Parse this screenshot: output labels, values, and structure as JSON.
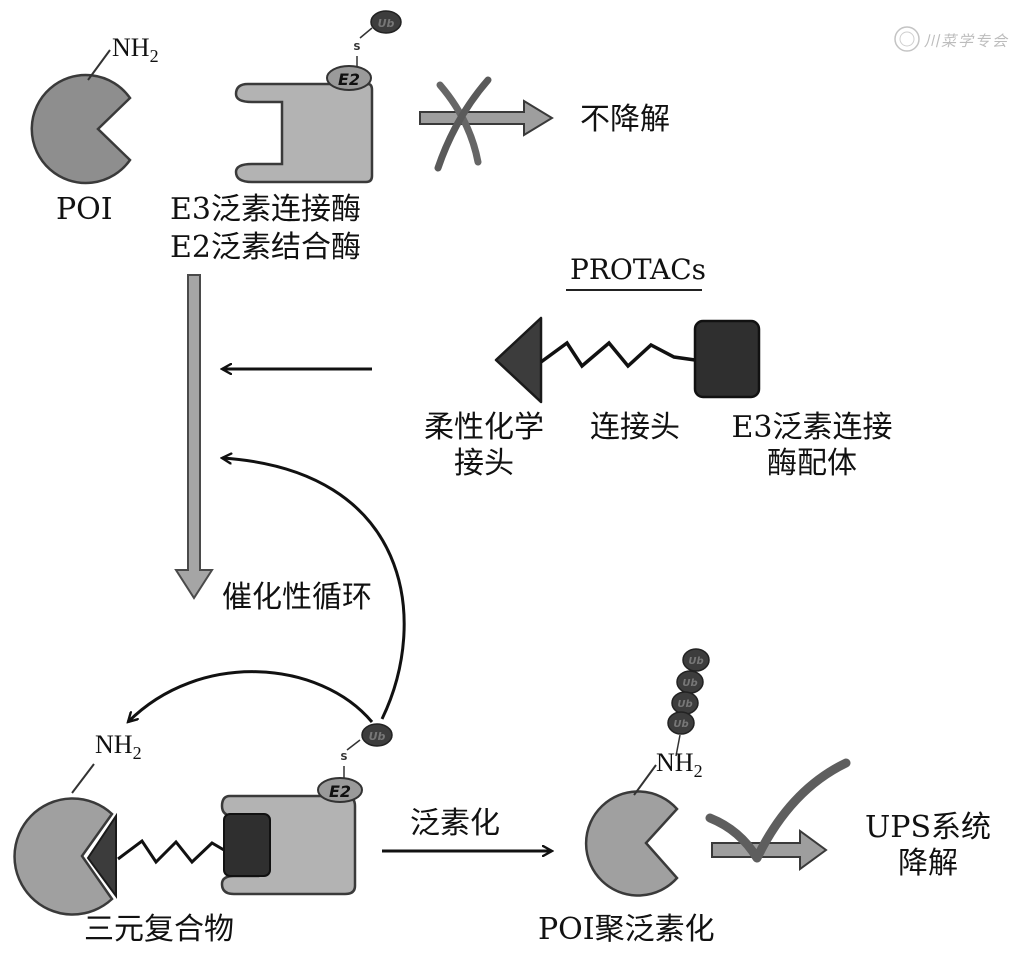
{
  "watermark": {
    "text": "川菜学专会",
    "icon": "seal-logo-icon"
  },
  "top": {
    "poi": {
      "label": "POI",
      "amine": "NH",
      "amine_sub": "2"
    },
    "e3_complex": {
      "line1": "E3泛素连接酶",
      "line2": "E2泛素结合酶",
      "e2_badge": "E2",
      "sulfur": "S",
      "ub_badge": "Ub"
    },
    "no_degradation": {
      "label": "不降解",
      "icon": "crossed-arrow-icon"
    }
  },
  "protacs": {
    "title": "PROTACs",
    "parts": [
      {
        "line1": "柔性化学",
        "line2": "接头"
      },
      {
        "line1": "连接头",
        "line2": ""
      },
      {
        "line1": "E3泛素连接",
        "line2": "酶配体"
      }
    ]
  },
  "cycle": {
    "label": "催化性循环"
  },
  "bottom": {
    "ternary": {
      "label": "三元复合物",
      "amine": "NH",
      "amine_sub": "2",
      "e2_badge": "E2",
      "sulfur": "S",
      "ub_badge": "Ub"
    },
    "ubiquitination": {
      "label": "泛素化"
    },
    "poly_ub": {
      "label": "POI聚泛素化",
      "amine": "NH",
      "amine_sub": "2",
      "ub_chain": [
        "Ub",
        "Ub",
        "Ub",
        "Ub"
      ]
    },
    "ups": {
      "line1": "UPS系统",
      "line2": "降解",
      "icon": "checked-arrow-icon"
    }
  }
}
